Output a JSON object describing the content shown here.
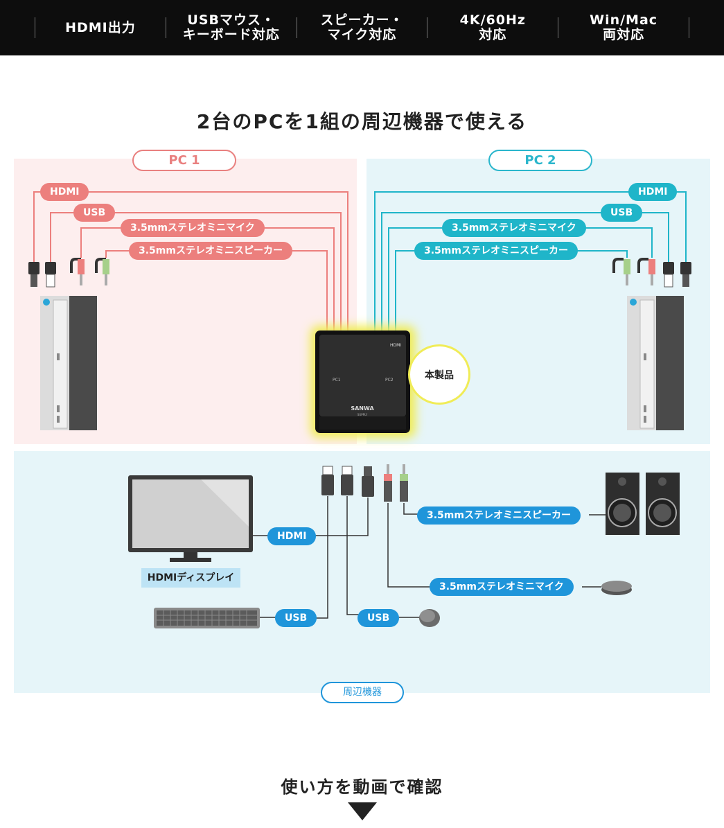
{
  "features": [
    {
      "line1": "HDMI出力",
      "line2": ""
    },
    {
      "line1": "USBマウス・",
      "line2": "キーボード対応"
    },
    {
      "line1": "スピーカー・",
      "line2": "マイク対応"
    },
    {
      "line1": "4K/60Hz",
      "line2": "対応"
    },
    {
      "line1": "Win/Mac",
      "line2": "両対応"
    }
  ],
  "title": "2台のPCを1組の周辺機器で使える",
  "pc1": {
    "title": "PC 1",
    "labels": {
      "hdmi": "HDMI",
      "usb": "USB",
      "mic": "3.5mmステレオミニマイク",
      "speaker": "3.5mmステレオミニスピーカー"
    }
  },
  "pc2": {
    "title": "PC 2",
    "labels": {
      "hdmi": "HDMI",
      "usb": "USB",
      "mic": "3.5mmステレオミニマイク",
      "speaker": "3.5mmステレオミニスピーカー"
    }
  },
  "product": {
    "callout": "本製品",
    "brand": "SANWA",
    "brand_sub": "SUPPLY",
    "hdmi_mark": "HDMI",
    "port1": "PC1",
    "port2": "PC2"
  },
  "peripherals": {
    "section_title": "周辺機器",
    "display_label": "HDMIディスプレイ",
    "labels": {
      "hdmi": "HDMI",
      "usb_keyboard": "USB",
      "usb_mouse": "USB",
      "speaker": "3.5mmステレオミニスピーカー",
      "mic": "3.5mmステレオミニマイク"
    }
  },
  "howto": "使い方を動画で確認",
  "colors": {
    "pc1_accent": "#ec7f7d",
    "pc2_accent": "#1fb5c9",
    "periph_accent": "#1f95da",
    "glow": "#f0ec57"
  }
}
